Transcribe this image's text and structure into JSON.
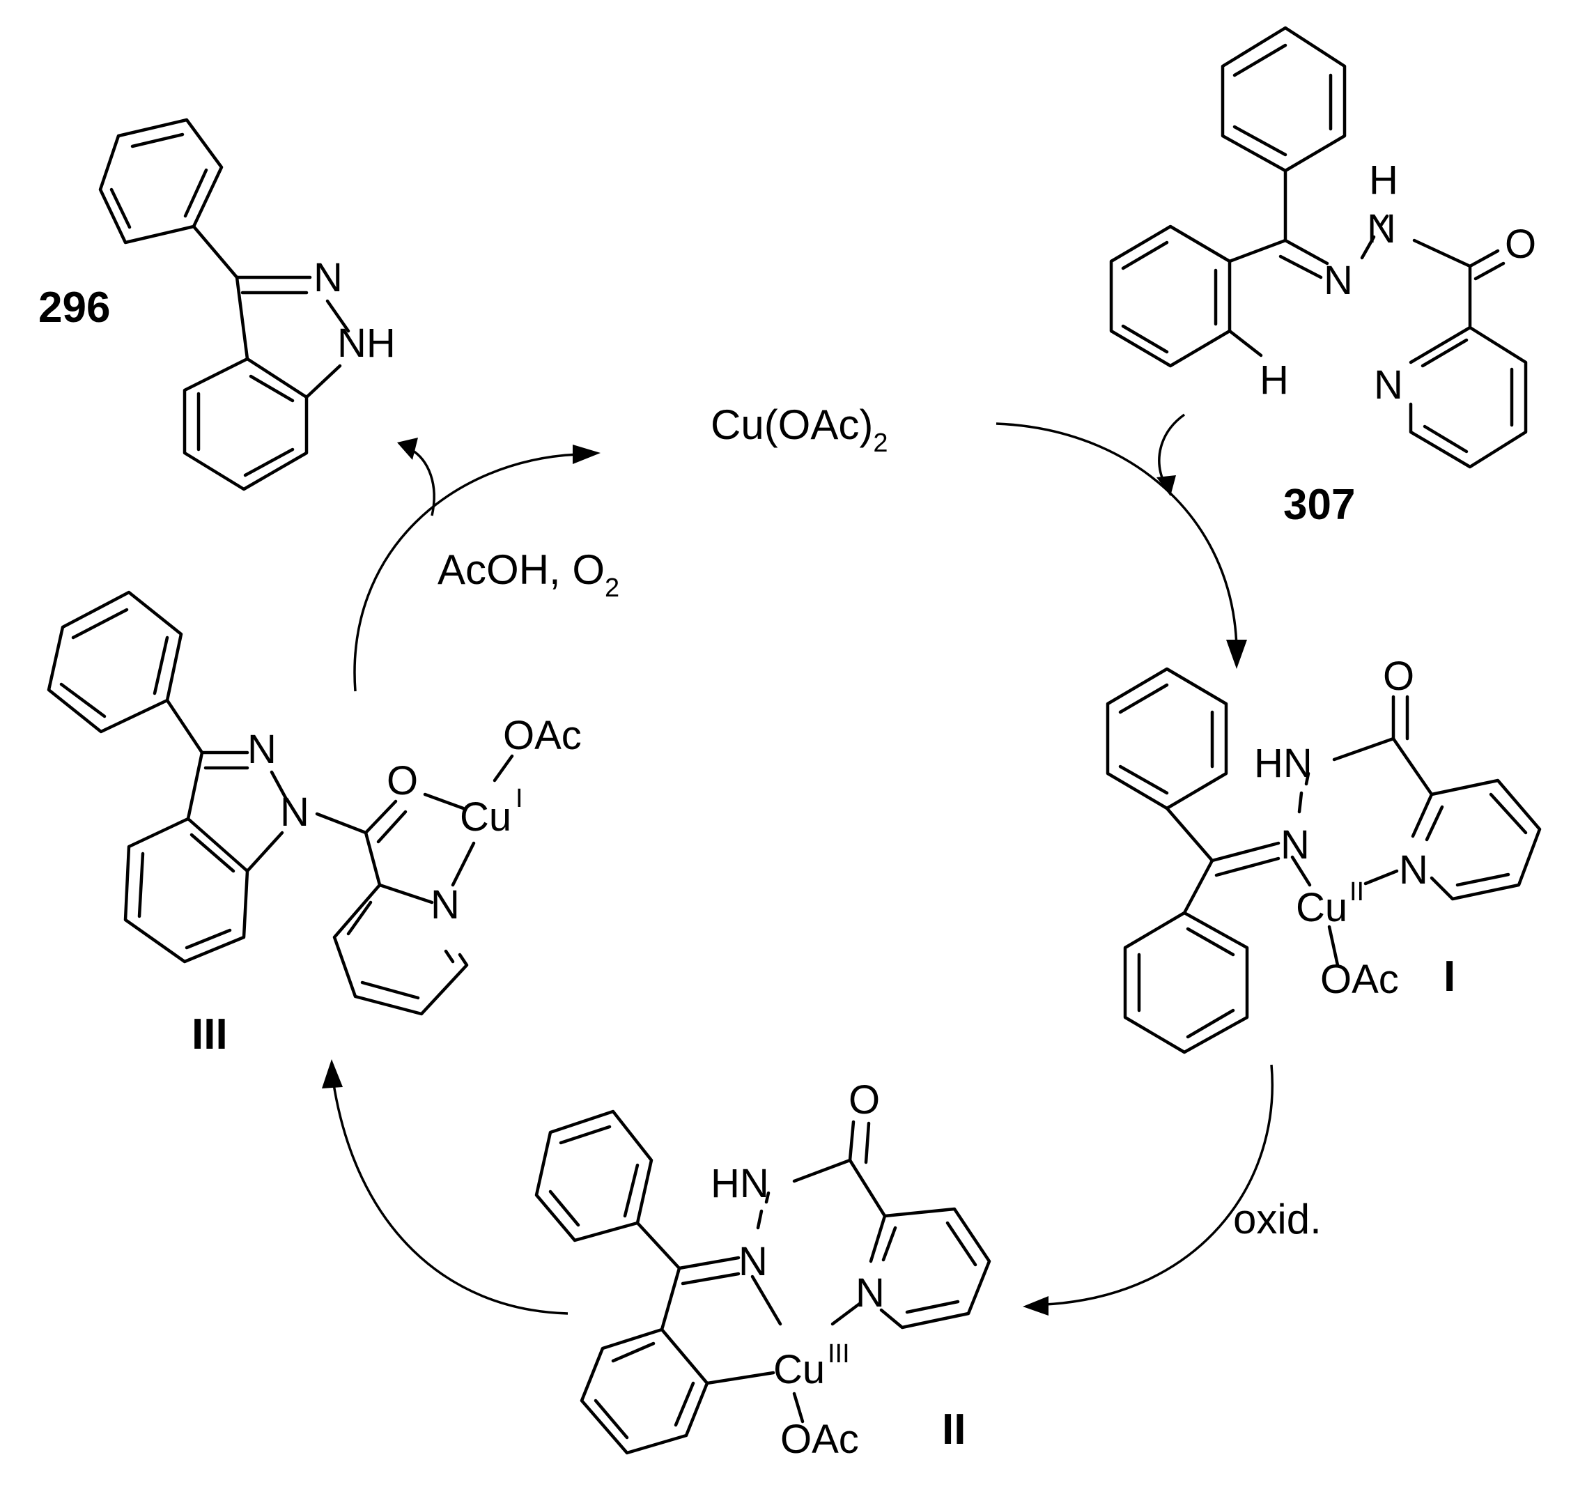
{
  "title": "",
  "compounds": {
    "product": {
      "label": "296",
      "atoms": {
        "n1": "N",
        "nh": "NH"
      }
    },
    "start": {
      "label": "307",
      "atoms": {
        "h_top": "H",
        "n_top": "N",
        "n_eq": "N",
        "o": "O",
        "h_ortho": "H",
        "n_py": "N"
      }
    },
    "int1": {
      "label": "I",
      "atoms": {
        "o": "O",
        "hn": "HN",
        "n": "N",
        "n_py": "N",
        "cu": "Cu",
        "cu_ox": "II",
        "oac": "OAc"
      }
    },
    "int2": {
      "label": "II",
      "atoms": {
        "o": "O",
        "hn": "HN",
        "n": "N",
        "n_py": "N",
        "cu": "Cu",
        "cu_ox": "III",
        "oac": "OAc"
      }
    },
    "int3": {
      "label": "III",
      "atoms": {
        "n_top": "N",
        "n_ring": "N",
        "o": "O",
        "oac": "OAc",
        "cu": "Cu",
        "cu_ox": "I",
        "n_py": "N"
      }
    }
  },
  "conditions": {
    "catalyst": {
      "main": "Cu(OAc)",
      "sub": "2"
    },
    "regen": {
      "main": "AcOH, O",
      "sub": "2"
    },
    "oxid": "oxid."
  }
}
